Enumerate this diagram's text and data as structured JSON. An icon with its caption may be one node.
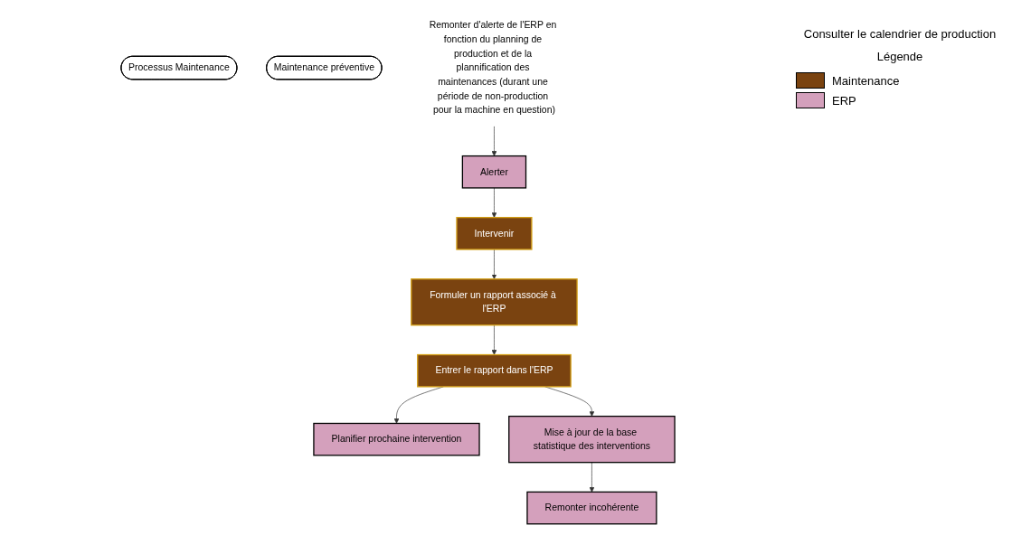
{
  "diagram": {
    "nodes": [
      {
        "text": [
          "Processus Maintenance"
        ]
      },
      {
        "text": [
          "Maintenance préventive"
        ]
      },
      {
        "text": [
          "Alerter"
        ]
      },
      {
        "text": [
          "Intervenir"
        ]
      },
      {
        "text": [
          "Formuler un rapport associé à l'ERP"
        ]
      },
      {
        "text": [
          "Entrer le rapport dans l'ERP"
        ]
      },
      {
        "text": [
          "Planifier prochaine intervention"
        ]
      },
      {
        "text": [
          "Mise à jour de la base statistique des interventions"
        ]
      },
      {
        "text": [
          "Remonter incohérente"
        ]
      },
      {
        "text": [
          "Remonter d'alerte de l'ERP en fonction du planning de production et de la plannification des maintenances (durant une période de non-production pour la machine en question)"
        ]
      }
    ],
    "edges": [
      {
        "from": 9,
        "to": 2,
        "arrow": "to"
      },
      {
        "from": 2,
        "to": 3,
        "arrow": "to"
      },
      {
        "from": 3,
        "to": 4,
        "arrow": "to"
      },
      {
        "from": 4,
        "to": 5,
        "arrow": "to"
      },
      {
        "from": 5,
        "to": 6,
        "arrow": "to"
      },
      {
        "from": 5,
        "to": 7,
        "arrow": "to"
      },
      {
        "from": 7,
        "to": 8,
        "arrow": "to"
      }
    ],
    "labels": [
      "Consulter le calendrier de production",
      "Légende"
    ],
    "legend": [
      {
        "text": "Maintenance",
        "color": "#7a4310"
      },
      {
        "text": "ERP",
        "color": "#d4a0bc"
      }
    ]
  }
}
